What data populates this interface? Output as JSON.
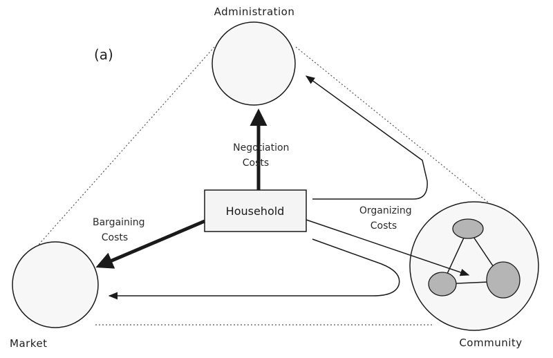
{
  "panel_label": "(a)",
  "nodes": {
    "administration": "Administration",
    "market": "Market",
    "community": "Community",
    "household": "Household"
  },
  "edges": {
    "negotiation": [
      "Negotiation",
      "Costs"
    ],
    "bargaining": [
      "Bargaining",
      "Costs"
    ],
    "organizing": [
      "Organizing",
      "Costs"
    ]
  },
  "colors": {
    "line": "#1a1a1a",
    "dotted": "#555555",
    "circle_fill": "#f7f7f7",
    "member_fill": "#b5b5b5",
    "box_fill": "#f4f4f4"
  }
}
